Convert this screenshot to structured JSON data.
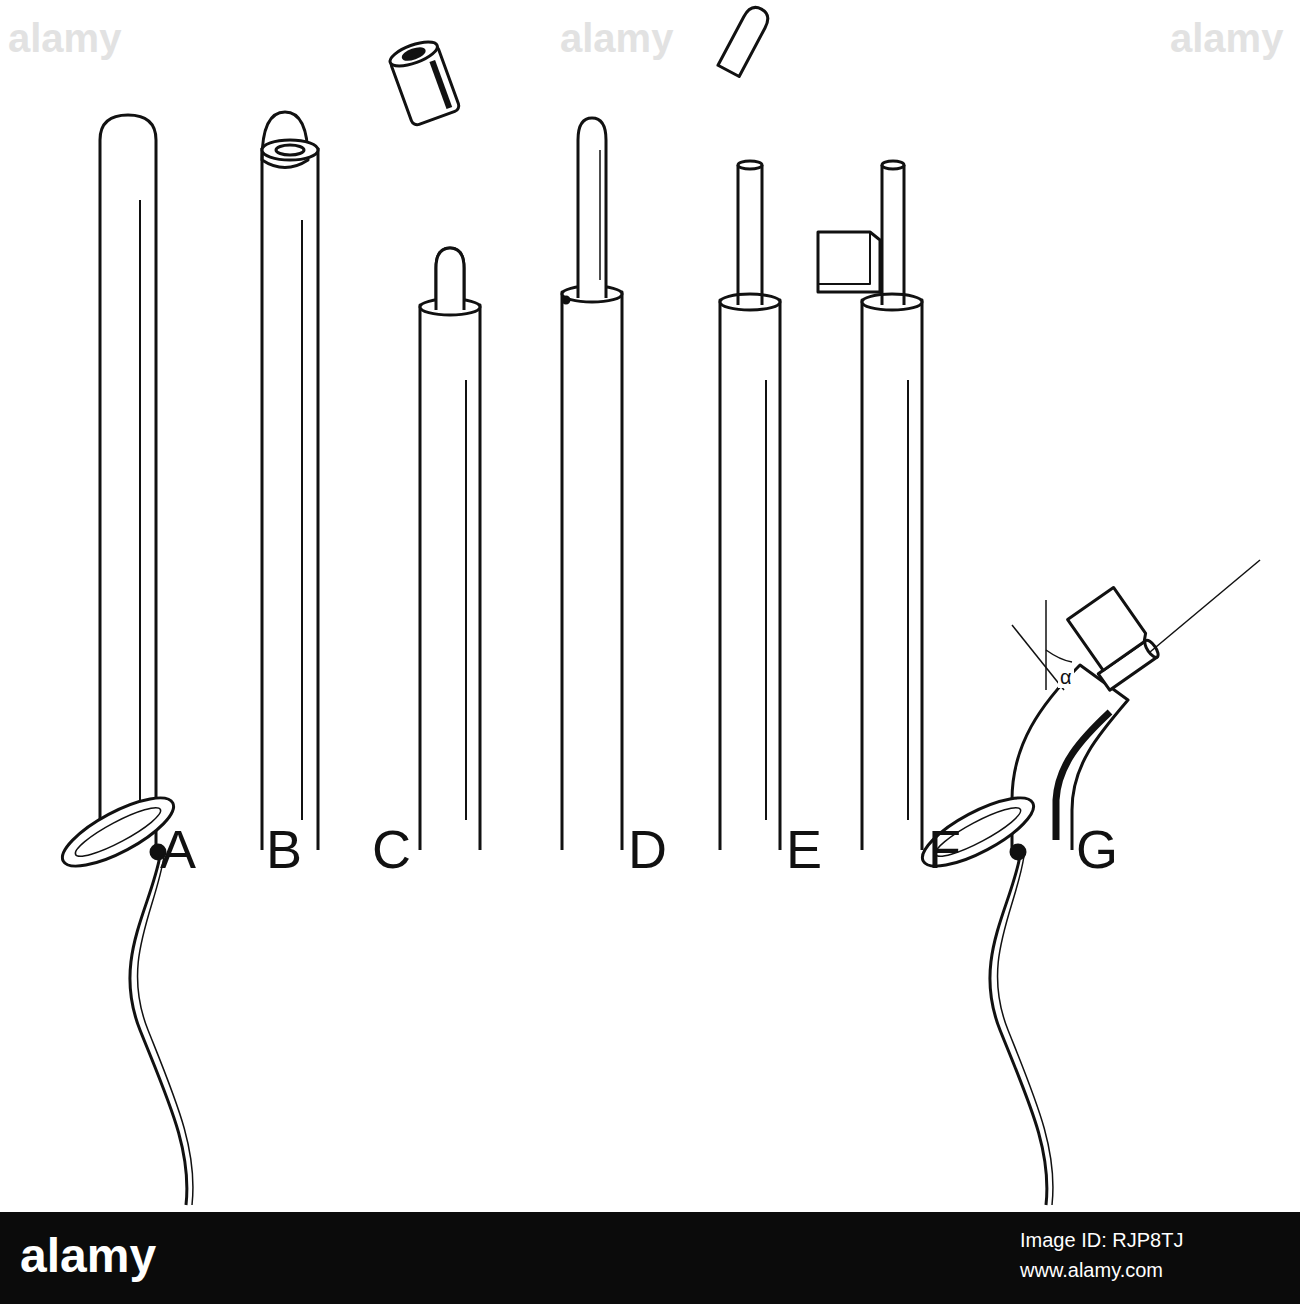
{
  "diagram": {
    "labels": [
      "alamy",
      "alamy",
      "alamy",
      "α",
      "A",
      "B",
      "C",
      "D",
      "E",
      "F",
      "G",
      "alamy",
      "Image ID: RJP8TJ",
      "www.alamy.com"
    ]
  }
}
